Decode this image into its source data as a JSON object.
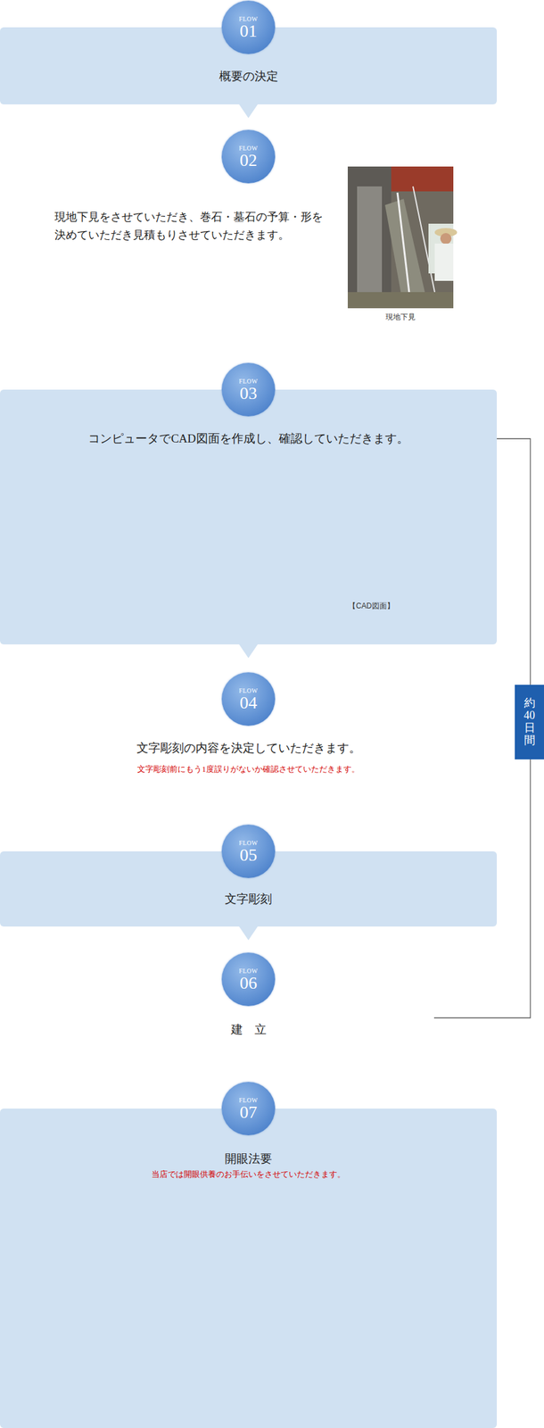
{
  "diagram": {
    "nodes": [
      {
        "text": [
          "概要の決定"
        ]
      },
      {
        "text": [
          "FLOW",
          "01"
        ],
        "in": 0
      },
      {
        "text": [
          "FLOW",
          "02"
        ]
      },
      {
        "text": [
          "コンピュータでCAD図面を作成し、確認していただきます。"
        ]
      },
      {
        "text": [
          "FLOW",
          "03"
        ],
        "in": 3
      },
      {
        "text": [
          "FLOW",
          "04"
        ]
      },
      {
        "text": [
          "文字彫刻"
        ]
      },
      {
        "text": [
          "FLOW",
          "05"
        ],
        "in": 6
      },
      {
        "text": [
          "FLOW",
          "06"
        ]
      },
      {
        "text": [
          "約40日間"
        ]
      },
      {
        "text": [
          "開眼法要",
          "当店では開眼供養のお手伝いをさせていただきます。"
        ]
      },
      {
        "text": [
          "FLOW",
          "07"
        ],
        "in": 10
      }
    ],
    "labels": [
      "現地下見をさせていただき、巻石・墓石の予算・形を 決めていただき見積もりさせていただきます。",
      "現地下見",
      "【CAD図面】",
      "文字彫刻の内容を決定していただきます。",
      "文字彫刻前にもう1度誤りがないか確認させていただきます。",
      "建　立"
    ]
  }
}
